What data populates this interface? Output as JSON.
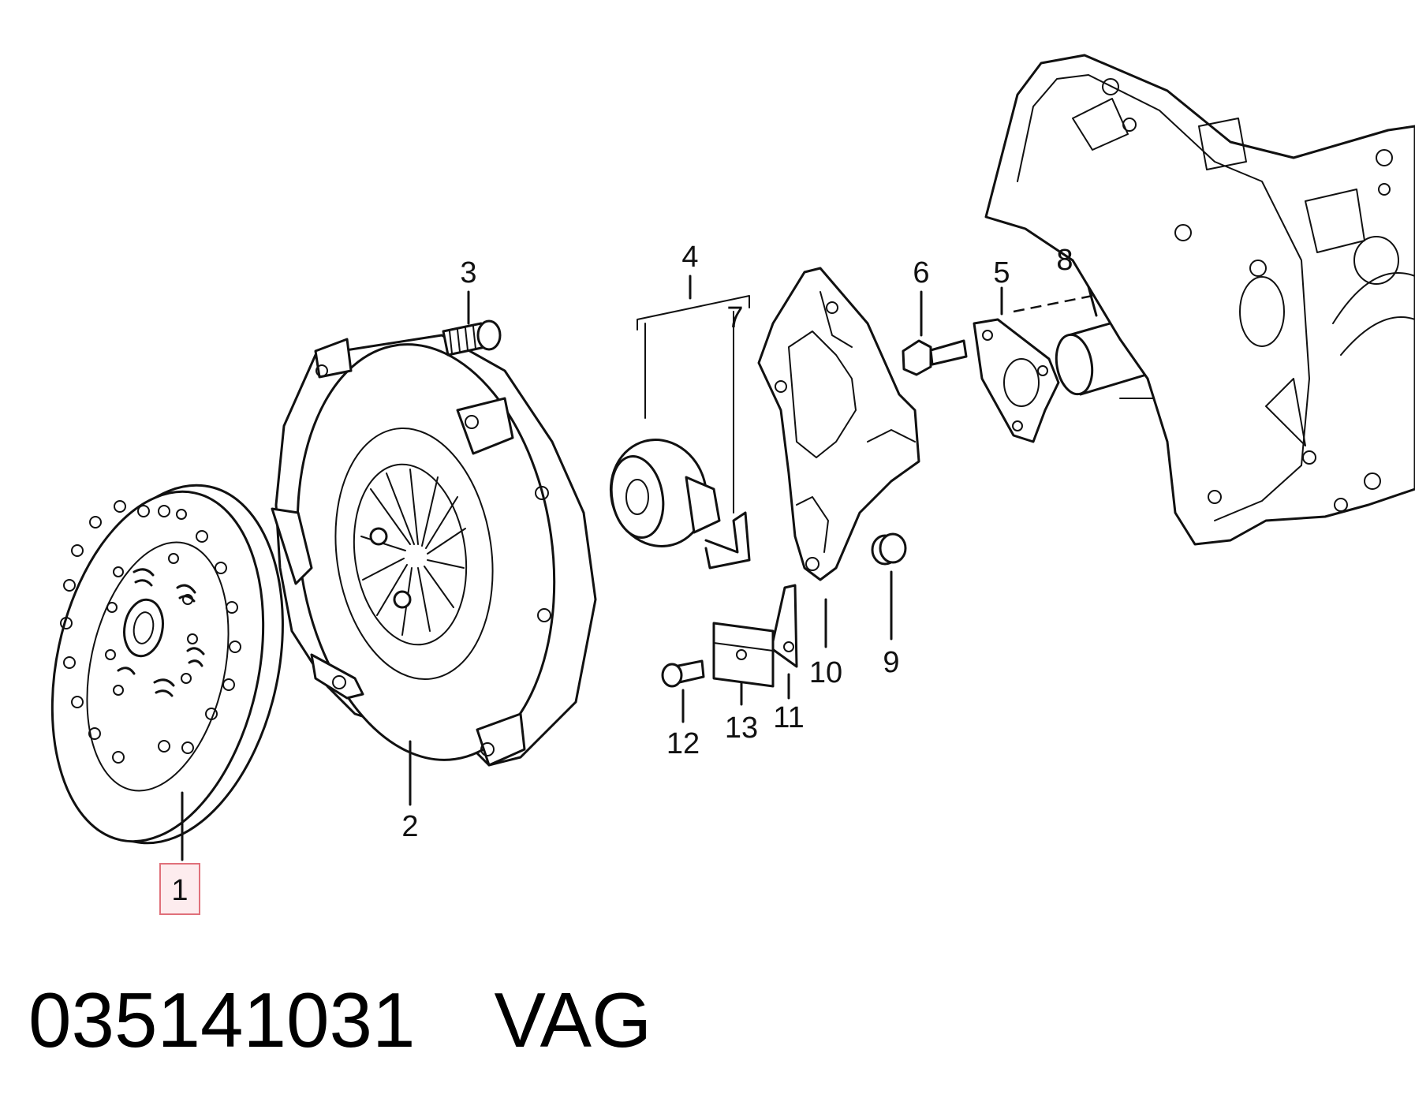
{
  "diagram": {
    "highlight_color": "#e0707a",
    "callouts": [
      {
        "id": "1",
        "label": "1",
        "highlighted": true
      },
      {
        "id": "2",
        "label": "2"
      },
      {
        "id": "3",
        "label": "3"
      },
      {
        "id": "4",
        "label": "4"
      },
      {
        "id": "5",
        "label": "5"
      },
      {
        "id": "6",
        "label": "6"
      },
      {
        "id": "7",
        "label": "7"
      },
      {
        "id": "8",
        "label": "8"
      },
      {
        "id": "9",
        "label": "9"
      },
      {
        "id": "10",
        "label": "10"
      },
      {
        "id": "11",
        "label": "11"
      },
      {
        "id": "12",
        "label": "12"
      },
      {
        "id": "13",
        "label": "13"
      }
    ]
  },
  "footer": {
    "part_number": "035141031",
    "brand": "VAG"
  }
}
